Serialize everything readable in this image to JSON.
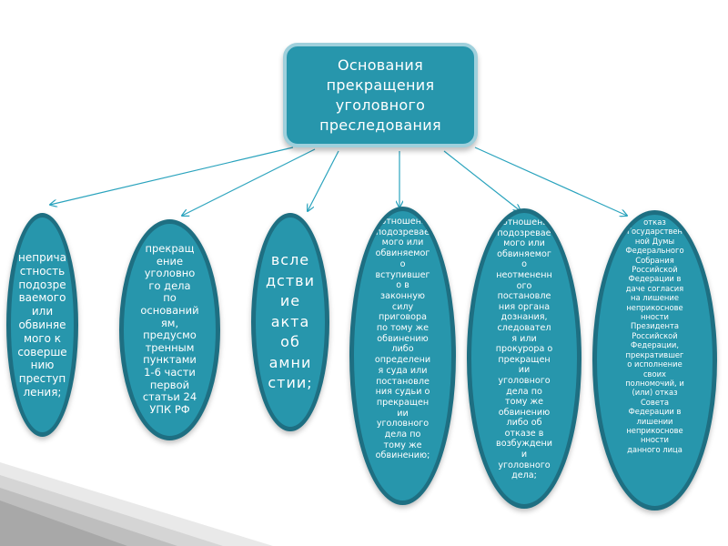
{
  "colors": {
    "node_fill": "#2796ac",
    "root_border": "#9fd0dc",
    "oval_border": "#1e6f82",
    "arrow": "#2aa3bd"
  },
  "root": {
    "title": "Основания\nпрекращения\nуголовного\nпреследования"
  },
  "grounds": [
    {
      "text": "неприча\nстность\nподозре\nваемого\nили\nобвиняе\nмого к\nсоверше\nнию\nпреступ\nления;"
    },
    {
      "text": "прекращ\nение\nуголовно\nго дела\nпо\nоснований\nям,\nпредусмо\nтренным\nпунктами\n1-6 части\nпервой\nстатьи 24\nУПК РФ"
    },
    {
      "text": "всле\nдстви\nие\nакта\nоб\nамни\nстии;"
    },
    {
      "text": "в отношении\nподозревае\nмого или\nобвиняемог\nо\nвступившег\nо в\nзаконную\nсилу\nприговора\nпо тому же\nобвинению\nлибо\nопределени\nя суда или\nпостановле\nния судьи о\nпрекращен\nии\nуголовного\nдела по\nтому же\nобвинению;"
    },
    {
      "text": "в отношении\nподозревае\nмого или\nобвиняемог\nо\nнеотмененн\nого\nпостановле\nния органа\nдознания,\nследовател\nя или\nпрокурора о\nпрекращен\nии\nуголовного\nдела по\nтому же\nобвинению\nлибо об\nотказе в\nвозбуждени\nи\nуголовного\nдела;"
    },
    {
      "text": "отказ\nГосударствен\nной Думы\nФедерального\nСобрания\nРоссийской\nФедерации в\nдаче согласия\nна лишение\nнеприкоснове\nнности\nПрезидента\nРоссийской\nФедерации,\nпрекратившег\nо исполнение\nсвоих\nполномочий, и\n(или) отказ\nСовета\nФедерации в\nлишении\nнеприкоснове\nнности\nданного лица"
    }
  ]
}
